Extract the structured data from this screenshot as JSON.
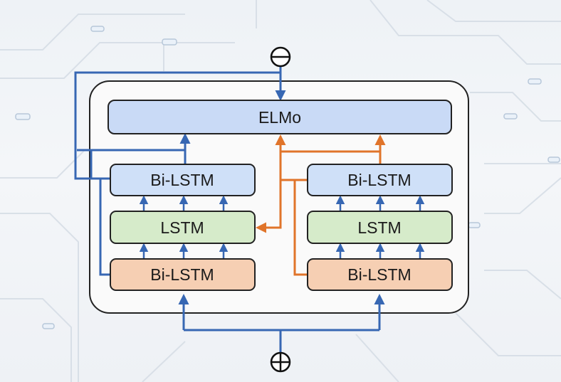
{
  "diagram": {
    "top_box": {
      "label": "ELMo"
    },
    "left_stack": {
      "upper": {
        "label": "Bi-LSTM"
      },
      "middle": {
        "label": "LSTM"
      },
      "lower": {
        "label": "Bi-LSTM"
      }
    },
    "right_stack": {
      "upper": {
        "label": "Bi-LSTM"
      },
      "middle": {
        "label": "LSTM"
      },
      "lower": {
        "label": "Bi-LSTM"
      }
    },
    "symbols": {
      "top": "⊖",
      "bottom": "⊕"
    }
  },
  "colors": {
    "elmo_fill": "#c9daf6",
    "bilstm_upper_fill": "#cfe0f8",
    "lstm_fill": "#d6ebca",
    "bilstm_lower_fill": "#f6cfb3",
    "blue_connector": "#3767b3",
    "orange_connector": "#e0742a",
    "panel_fill": "#fafafa",
    "outline": "#222222"
  }
}
